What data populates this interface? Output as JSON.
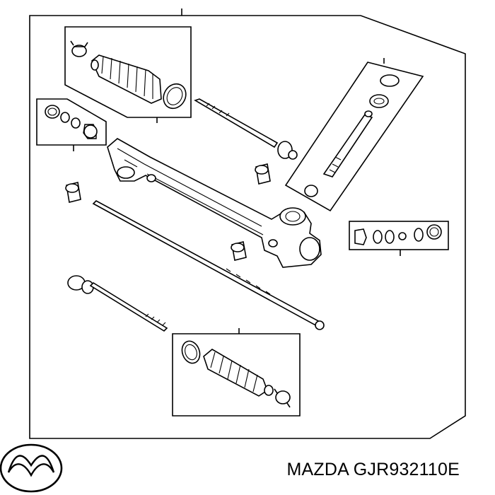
{
  "caption": {
    "brand": "MAZDA",
    "part_number": "GJR932110E"
  },
  "icons": {
    "logo": "mazda-logo",
    "assembly": "steering-rack-exploded-diagram"
  },
  "colors": {
    "ink": "#000000",
    "background": "#ffffff"
  }
}
